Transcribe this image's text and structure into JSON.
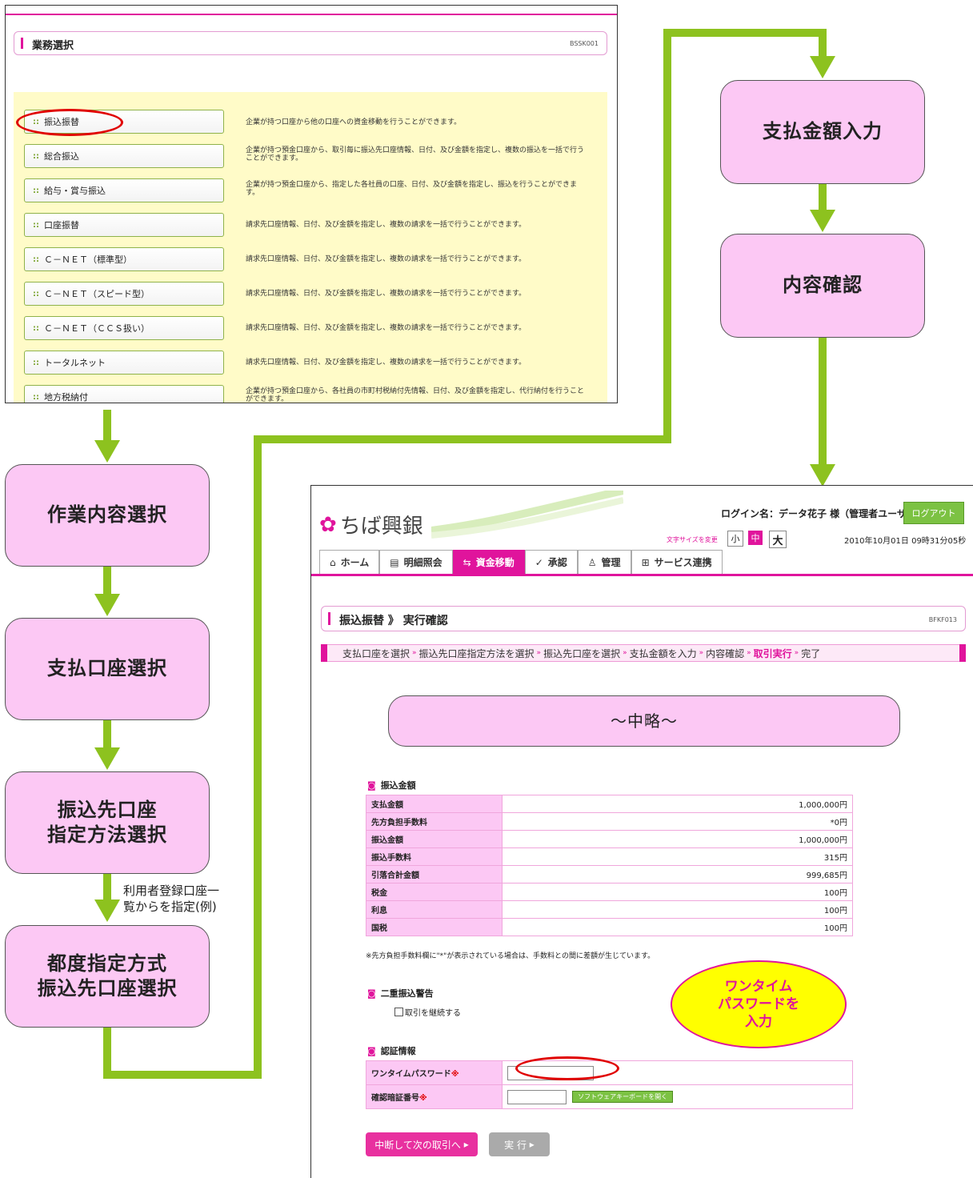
{
  "screen1": {
    "title": "業務選択",
    "code": "BSSK001",
    "menu": [
      {
        "label": "振込振替",
        "desc": "企業が持つ口座から他の口座への資金移動を行うことができます。"
      },
      {
        "label": "総合振込",
        "desc": "企業が持つ預金口座から、取引毎に振込先口座情報、日付、及び金額を指定し、複数の振込を一括で行うことができます。"
      },
      {
        "label": "給与・賞与振込",
        "desc": "企業が持つ預金口座から、指定した各社員の口座、日付、及び金額を指定し、振込を行うことができます。"
      },
      {
        "label": "口座振替",
        "desc": "請求先口座情報、日付、及び金額を指定し、複数の請求を一括で行うことができます。"
      },
      {
        "label": "Ｃ－ＮＥＴ（標準型）",
        "desc": "請求先口座情報、日付、及び金額を指定し、複数の請求を一括で行うことができます。"
      },
      {
        "label": "Ｃ－ＮＥＴ（スピード型）",
        "desc": "請求先口座情報、日付、及び金額を指定し、複数の請求を一括で行うことができます。"
      },
      {
        "label": "Ｃ－ＮＥＴ（ＣＣＳ扱い）",
        "desc": "請求先口座情報、日付、及び金額を指定し、複数の請求を一括で行うことができます。"
      },
      {
        "label": "トータルネット",
        "desc": "請求先口座情報、日付、及び金額を指定し、複数の請求を一括で行うことができます。"
      },
      {
        "label": "地方税納付",
        "desc": "企業が持つ預金口座から、各社員の市町村税納付先情報、日付、及び金額を指定し、代行納付を行うことができます。"
      }
    ]
  },
  "flow": {
    "left": [
      "作業内容選択",
      "支払口座選択",
      "振込先口座\n指定方法選択",
      "都度指定方式\n振込先口座選択"
    ],
    "note": "利用者登録口座一\n覧からを指定(例)",
    "right": [
      "支払金額入力",
      "内容確認"
    ]
  },
  "screen2": {
    "logo": "ちば興銀",
    "login_label": "ログイン名：データ花子 様（管理者ユーザ）",
    "logout": "ログアウト",
    "fontsize_label": "文字サイズを変更",
    "fontsize": [
      "小",
      "中",
      "大"
    ],
    "datetime": "2010年10月01日 09時31分05秒",
    "nav": [
      {
        "label": "ホーム",
        "icon": "⌂"
      },
      {
        "label": "明細照会",
        "icon": "▤"
      },
      {
        "label": "資金移動",
        "icon": "⇆"
      },
      {
        "label": "承認",
        "icon": "✓"
      },
      {
        "label": "管理",
        "icon": "♙"
      },
      {
        "label": "サービス連携",
        "icon": "⊞"
      }
    ],
    "page_title": "振込振替 》 実行確認",
    "page_code": "BFKF013",
    "steps": [
      "支払口座を選択",
      "振込先口座指定方法を選択",
      "振込先口座を選択",
      "支払金額を入力",
      "内容確認",
      "取引実行",
      "完了"
    ],
    "omitted": "～中略～",
    "amount_section": "振込金額",
    "amount_rows": [
      {
        "label": "支払金額",
        "value": "1,000,000円"
      },
      {
        "label": "先方負担手数料",
        "value": "*0円"
      },
      {
        "label": "振込金額",
        "value": "1,000,000円"
      },
      {
        "label": "振込手数料",
        "value": "315円"
      },
      {
        "label": "引落合計金額",
        "value": "999,685円"
      },
      {
        "label": "税金",
        "value": "100円"
      },
      {
        "label": "利息",
        "value": "100円"
      },
      {
        "label": "国税",
        "value": "100円"
      }
    ],
    "amount_note": "※先方負担手数料欄に\"*\"が表示されている場合は、手数料との間に差額が生じています。",
    "dup_section": "二重振込警告",
    "dup_checkbox": "取引を継続する",
    "auth_section": "認証情報",
    "auth_rows": [
      {
        "label": "ワンタイムパスワード",
        "req": "※"
      },
      {
        "label": "確認暗証番号",
        "req": "※"
      }
    ],
    "keyboard_btn": "ソフトウェアキーボードを開く",
    "btn_interrupt": "中断して次の取引へ",
    "btn_execute": "実 行",
    "callout": "ワンタイム\nパスワードを\n入力"
  }
}
